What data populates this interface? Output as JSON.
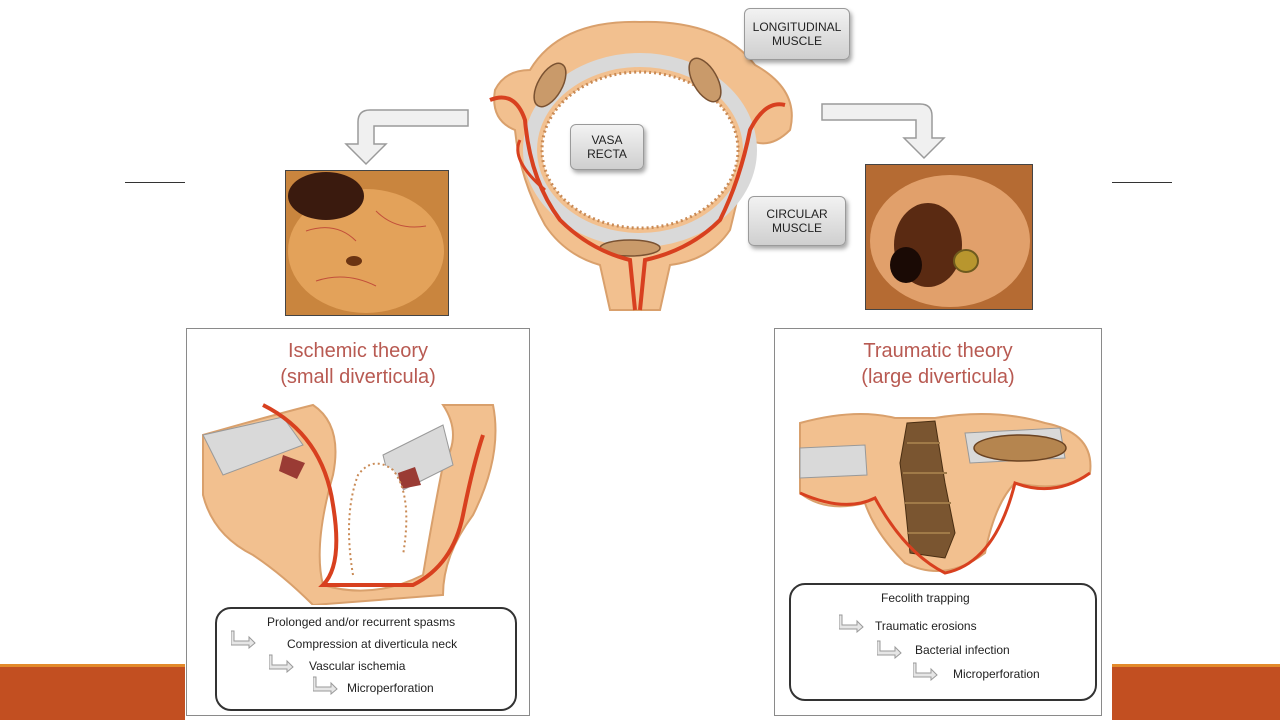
{
  "callouts": {
    "longitudinal_line1": "LONGITUDINAL",
    "longitudinal_line2": "MUSCLE",
    "vasa_line1": "VASA",
    "vasa_line2": "RECTA",
    "circular_line1": "CIRCULAR",
    "circular_line2": "MUSCLE"
  },
  "ischemic": {
    "title_line1": "Ischemic theory",
    "title_line2": "(small diverticula)",
    "steps": [
      "Prolonged and/or recurrent spasms",
      "Compression at diverticula neck",
      "Vascular ischemia",
      "Microperforation"
    ]
  },
  "traumatic": {
    "title_line1": "Traumatic theory",
    "title_line2": "(large diverticula)",
    "steps": [
      "Fecolith trapping",
      "Traumatic erosions",
      "Bacterial infection",
      "Microperforation"
    ]
  },
  "colors": {
    "title": "#b85a52",
    "tissue": "#f2c08f",
    "vessel": "#d8401f",
    "muscle": "#c99a6a",
    "bar": "#c24f21",
    "bar_accent": "#e38a2b"
  },
  "icons": [
    "curved-arrow-icon"
  ]
}
